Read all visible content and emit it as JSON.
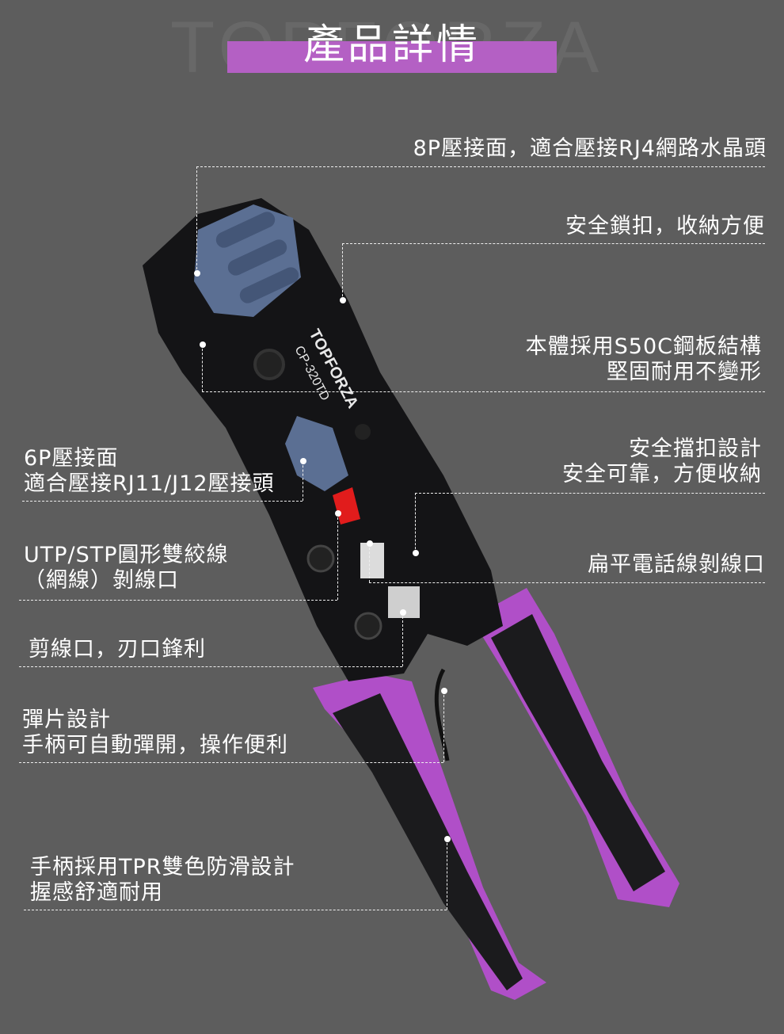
{
  "header": {
    "title": "產品詳情",
    "watermark": "TOPFORZA"
  },
  "tool": {
    "brand": "TOPFORZA",
    "model": "CP-320TD"
  },
  "colors": {
    "background": "#5d5d5d",
    "accent": "#b460c4",
    "grip_purple": "#b04fc8",
    "grip_black": "#1b1b1d",
    "jaw_blue": "#5b6f93"
  },
  "annotations": {
    "crimp_8p": "8P壓接面，適合壓接RJ4網路水晶頭",
    "safety_lock": "安全鎖扣，收納方便",
    "body_line1": "本體採用S50C鋼板結構",
    "body_line2": "堅固耐用不變形",
    "crimp_6p_line1": "6P壓接面",
    "crimp_6p_line2": "適合壓接RJ11/J12壓接頭",
    "safety_stop_line1": "安全擋扣設計",
    "safety_stop_line2": "安全可靠，方便收納",
    "utp_line1": "UTP/STP圓形雙絞線",
    "utp_line2": "（網線）剝線口",
    "flat_strip": "扁平電話線剝線口",
    "cutter": "剪線口，刃口鋒利",
    "spring_line1": "彈片設計",
    "spring_line2": "手柄可自動彈開，操作便利",
    "handle_line1": "手柄採用TPR雙色防滑設計",
    "handle_line2": "握感舒適耐用"
  }
}
